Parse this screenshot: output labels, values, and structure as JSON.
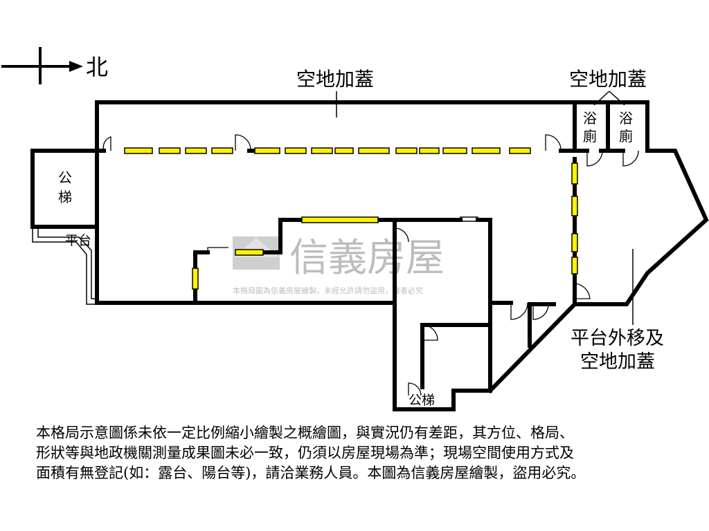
{
  "compass": {
    "direction": "北"
  },
  "labels": {
    "top_addition": "空地加蓋",
    "top_right_addition": "空地加蓋",
    "bathroom_1_line1": "浴",
    "bathroom_1_line2": "廁",
    "bathroom_2_line1": "浴",
    "bathroom_2_line2": "廁",
    "stairs_left_line1": "公",
    "stairs_left_line2": "梯",
    "platform": "平台",
    "stairs_bottom": "公梯",
    "platform_moved_line1": "平台外移及",
    "platform_moved_line2": "空地加蓋"
  },
  "watermark": {
    "brand": "信義房屋",
    "notice": "本格局圖為信義房屋繪製，未經允許請勿盜用，違者必究"
  },
  "disclaimer": [
    "本格局示意圖係未依一定比例縮小繪製之概繪圖，與實況仍有差距，其方位、格局、",
    "形狀等與地政機關測量成果圖未必一致，仍須以房屋現場為準；現場空間使用方式及",
    "面積有無登記(如：露台、陽台等)，請洽業務人員。本圖為信義房屋繪製，盜用必究。"
  ],
  "colors": {
    "window_fill": "#fff200",
    "wall": "#000000",
    "watermark": "#bdbdbd"
  }
}
